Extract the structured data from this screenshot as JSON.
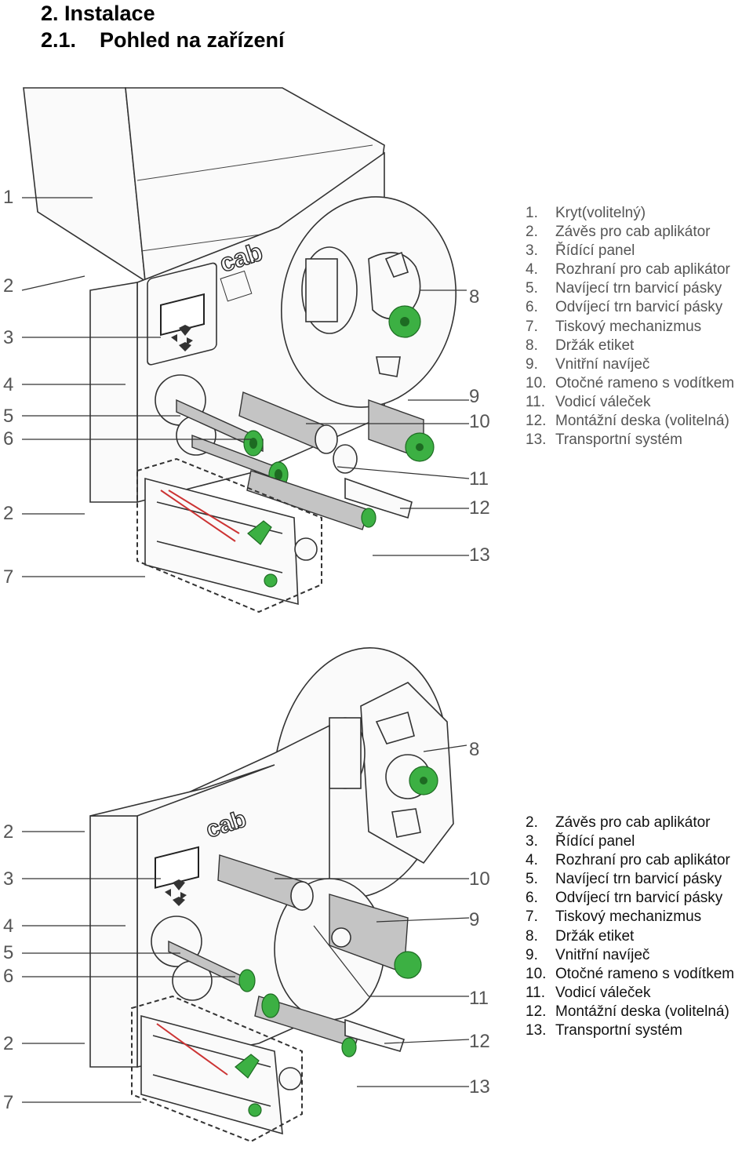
{
  "heading": {
    "section": "2. Instalace",
    "subsection_num": "2.1.",
    "subsection_title": "Pohled na zařízení"
  },
  "figure1": {
    "callouts_left": [
      "1",
      "2",
      "3",
      "4",
      "5",
      "6",
      "2",
      "7"
    ],
    "callouts_right": [
      "8",
      "9",
      "10",
      "11",
      "12",
      "13"
    ],
    "logo": "cab",
    "legend": [
      {
        "n": "1.",
        "t": "Kryt(volitelný)"
      },
      {
        "n": "2.",
        "t": "Závěs pro cab aplikátor"
      },
      {
        "n": "3.",
        "t": "Řídící panel"
      },
      {
        "n": "4.",
        "t": "Rozhraní pro cab aplikátor"
      },
      {
        "n": "5.",
        "t": "Navíjecí trn barvicí pásky"
      },
      {
        "n": "6.",
        "t": "Odvíjecí trn barvicí pásky"
      },
      {
        "n": "7.",
        "t": "Tiskový mechanizmus"
      },
      {
        "n": "8.",
        "t": "Držák etiket"
      },
      {
        "n": "9.",
        "t": "Vnitřní navíječ"
      },
      {
        "n": "10.",
        "t": "Otočné rameno s vodítkem"
      },
      {
        "n": "11.",
        "t": "Vodicí váleček"
      },
      {
        "n": "12.",
        "t": "Montážní deska (volitelná)"
      },
      {
        "n": "13.",
        "t": "Transportní systém"
      }
    ]
  },
  "figure2": {
    "callouts_left": [
      "2",
      "3",
      "4",
      "5",
      "6",
      "2",
      "7"
    ],
    "callouts_right": [
      "8",
      "10",
      "9",
      "11",
      "12",
      "13"
    ],
    "logo": "cab",
    "legend": [
      {
        "n": "2.",
        "t": "Závěs pro cab aplikátor"
      },
      {
        "n": "3.",
        "t": "Řídící panel"
      },
      {
        "n": "4.",
        "t": "Rozhraní pro cab aplikátor"
      },
      {
        "n": "5.",
        "t": "Navíjecí trn barvicí pásky"
      },
      {
        "n": "6.",
        "t": "Odvíjecí trn barvicí pásky"
      },
      {
        "n": "7.",
        "t": "Tiskový mechanizmus"
      },
      {
        "n": "8.",
        "t": "Držák etiket"
      },
      {
        "n": "9.",
        "t": "Vnitřní navíječ"
      },
      {
        "n": "10.",
        "t": "Otočné rameno s vodítkem"
      },
      {
        "n": "11.",
        "t": "Vodicí váleček"
      },
      {
        "n": "12.",
        "t": "Montážní deska (volitelná)"
      },
      {
        "n": "13.",
        "t": "Transportní systém"
      }
    ]
  },
  "colors": {
    "knob_green": "#3cb043",
    "line": "#333333",
    "roller_gray": "#bdbdbd"
  }
}
